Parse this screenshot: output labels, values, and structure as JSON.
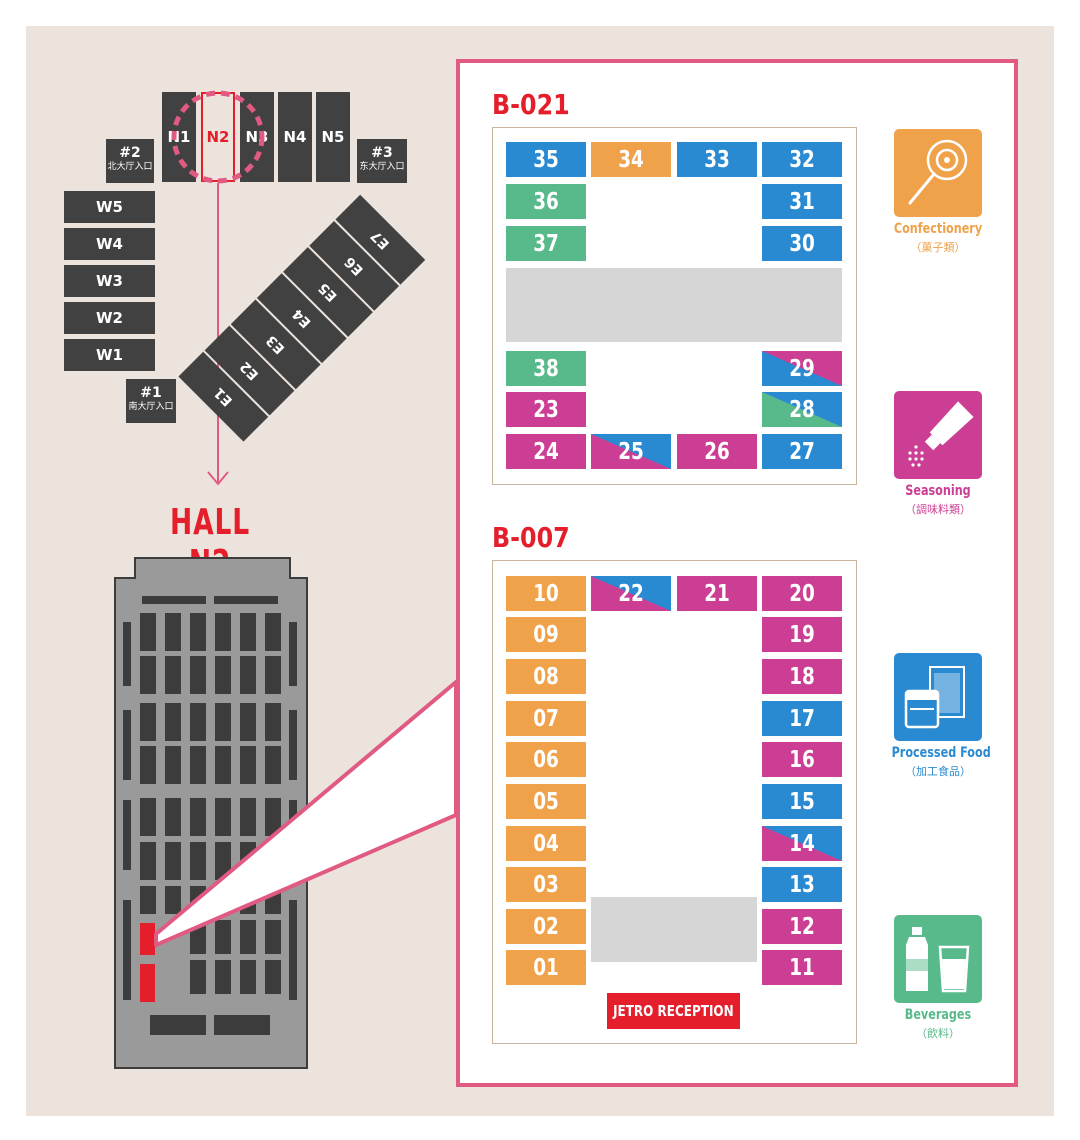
{
  "overview": {
    "north_halls": [
      "N1",
      "N2",
      "N3",
      "N4",
      "N5"
    ],
    "west_halls": [
      "W5",
      "W4",
      "W3",
      "W2",
      "W1"
    ],
    "east_halls": [
      "E1",
      "E2",
      "E3",
      "E4",
      "E5",
      "E6",
      "E7"
    ],
    "gates": [
      {
        "code": "#2",
        "name": "北大厅入口"
      },
      {
        "code": "#3",
        "name": "东大厅入口"
      },
      {
        "code": "#1",
        "name": "南大厅入口"
      }
    ],
    "highlighted_hall": "N2"
  },
  "hall_title": "HALL N2",
  "colors": {
    "confectionery": "#f0a24b",
    "seasoning": "#cb3e93",
    "processed_food": "#2a8ad1",
    "beverages": "#58b98a",
    "accent": "#e41e2b",
    "frame": "#e05a82"
  },
  "blocks": [
    {
      "title": "B-021",
      "booths": [
        {
          "num": "35",
          "color": "blue"
        },
        {
          "num": "34",
          "color": "orange"
        },
        {
          "num": "33",
          "color": "blue"
        },
        {
          "num": "32",
          "color": "blue"
        },
        {
          "num": "36",
          "color": "green"
        },
        {
          "num": "31",
          "color": "blue"
        },
        {
          "num": "37",
          "color": "green"
        },
        {
          "num": "30",
          "color": "blue"
        },
        {
          "num": "38",
          "color": "green"
        },
        {
          "num": "29",
          "color": "blue/magenta"
        },
        {
          "num": "23",
          "color": "magenta"
        },
        {
          "num": "28",
          "color": "blue/green"
        },
        {
          "num": "24",
          "color": "magenta"
        },
        {
          "num": "25",
          "color": "magenta/blue"
        },
        {
          "num": "26",
          "color": "magenta"
        },
        {
          "num": "27",
          "color": "blue"
        }
      ]
    },
    {
      "title": "B-007",
      "booths": [
        {
          "num": "10",
          "color": "orange"
        },
        {
          "num": "22",
          "color": "magenta/blue"
        },
        {
          "num": "21",
          "color": "magenta"
        },
        {
          "num": "20",
          "color": "magenta"
        },
        {
          "num": "09",
          "color": "orange"
        },
        {
          "num": "19",
          "color": "magenta"
        },
        {
          "num": "08",
          "color": "orange"
        },
        {
          "num": "18",
          "color": "magenta"
        },
        {
          "num": "07",
          "color": "orange"
        },
        {
          "num": "17",
          "color": "blue"
        },
        {
          "num": "06",
          "color": "orange"
        },
        {
          "num": "16",
          "color": "magenta"
        },
        {
          "num": "05",
          "color": "orange"
        },
        {
          "num": "15",
          "color": "blue"
        },
        {
          "num": "04",
          "color": "orange"
        },
        {
          "num": "14",
          "color": "magenta/blue"
        },
        {
          "num": "03",
          "color": "orange"
        },
        {
          "num": "13",
          "color": "blue"
        },
        {
          "num": "02",
          "color": "orange"
        },
        {
          "num": "12",
          "color": "magenta"
        },
        {
          "num": "01",
          "color": "orange"
        },
        {
          "num": "11",
          "color": "magenta"
        }
      ],
      "reception": "JETRO RECEPTION"
    }
  ],
  "legend": [
    {
      "en": "Confectionery",
      "jp": "（菓子類）",
      "icon": "lollipop-icon",
      "color": "#f0a24b"
    },
    {
      "en": "Seasoning",
      "jp": "（調味料類）",
      "icon": "seasoning-tube-icon",
      "color": "#cb3e93"
    },
    {
      "en": "Processed Food",
      "jp": "（加工食品）",
      "icon": "packaged-food-icon",
      "color": "#2a8ad1"
    },
    {
      "en": "Beverages",
      "jp": "（飲料）",
      "icon": "bottle-glass-icon",
      "color": "#58b98a"
    }
  ]
}
